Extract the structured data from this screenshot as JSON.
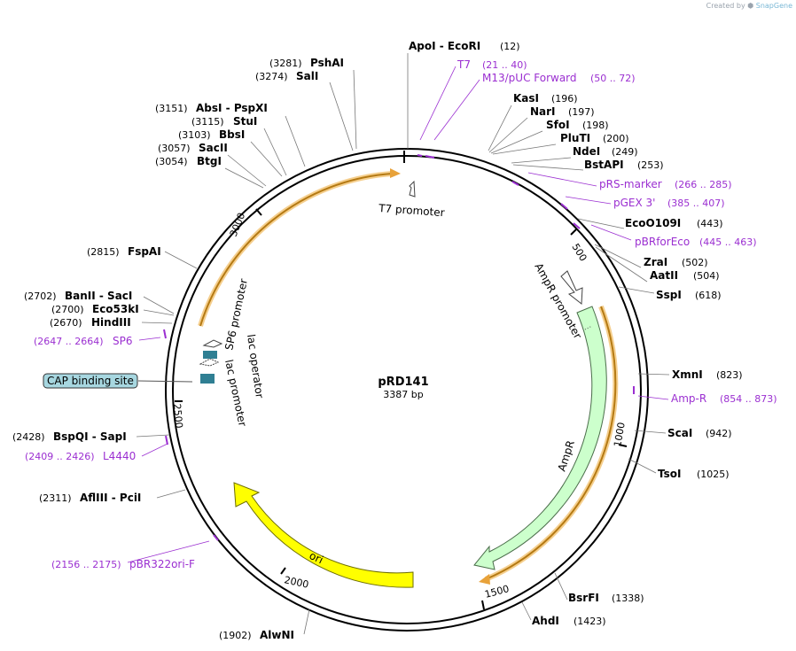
{
  "credit": {
    "created_by": "Created by",
    "brand": "SnapGene"
  },
  "plasmid": {
    "name": "pRD141",
    "length_label": "3387 bp",
    "length": 3387
  },
  "enzymes": [
    {
      "name": "ApoI - EcoRI",
      "pos": "(12)"
    },
    {
      "name": "KasI",
      "pos": "(196)"
    },
    {
      "name": "NarI",
      "pos": "(197)"
    },
    {
      "name": "SfoI",
      "pos": "(198)"
    },
    {
      "name": "PluTI",
      "pos": "(200)"
    },
    {
      "name": "NdeI",
      "pos": "(249)"
    },
    {
      "name": "BstAPI",
      "pos": "(253)"
    },
    {
      "name": "EcoO109I",
      "pos": "(443)"
    },
    {
      "name": "ZraI",
      "pos": "(502)"
    },
    {
      "name": "AatII",
      "pos": "(504)"
    },
    {
      "name": "SspI",
      "pos": "(618)"
    },
    {
      "name": "XmnI",
      "pos": "(823)"
    },
    {
      "name": "ScaI",
      "pos": "(942)"
    },
    {
      "name": "TsoI",
      "pos": "(1025)"
    },
    {
      "name": "BsrFI",
      "pos": "(1338)"
    },
    {
      "name": "AhdI",
      "pos": "(1423)"
    },
    {
      "name": "AlwNI",
      "pos": "(1902)"
    },
    {
      "name": "AflIII - PciI",
      "pos": "(2311)"
    },
    {
      "name": "BspQI - SapI",
      "pos": "(2428)"
    },
    {
      "name": "HindIII",
      "pos": "(2670)"
    },
    {
      "name": "Eco53kI",
      "pos": "(2700)"
    },
    {
      "name": "BanII - SacI",
      "pos": "(2702)"
    },
    {
      "name": "FspAI",
      "pos": "(2815)"
    },
    {
      "name": "BtgI",
      "pos": "(3054)"
    },
    {
      "name": "SacII",
      "pos": "(3057)"
    },
    {
      "name": "BbsI",
      "pos": "(3103)"
    },
    {
      "name": "StuI",
      "pos": "(3115)"
    },
    {
      "name": "AbsI - PspXI",
      "pos": "(3151)"
    },
    {
      "name": "SalI",
      "pos": "(3274)"
    },
    {
      "name": "PshAI",
      "pos": "(3281)"
    }
  ],
  "primers": [
    {
      "name": "T7",
      "range": "(21 .. 40)"
    },
    {
      "name": "M13/pUC Forward",
      "range": "(50 .. 72)"
    },
    {
      "name": "pRS-marker",
      "range": "(266 .. 285)"
    },
    {
      "name": "pGEX 3'",
      "range": "(385 .. 407)"
    },
    {
      "name": "pBRforEco",
      "range": "(445 .. 463)"
    },
    {
      "name": "Amp-R",
      "range": "(854 .. 873)"
    },
    {
      "name": "pBR322ori-F",
      "range": "(2156 .. 2175)"
    },
    {
      "name": "L4440",
      "range": "(2409 .. 2426)"
    },
    {
      "name": "SP6",
      "range": "(2647 .. 2664)"
    }
  ],
  "features": {
    "t7_promoter": "T7 promoter",
    "ampr_promoter": "AmpR promoter",
    "ampr": "AmpR",
    "ori": "ori",
    "sp6_promoter": "SP6 promoter",
    "lac_operator": "lac operator",
    "lac_promoter": "lac promoter",
    "cap_binding_site": "CAP binding site"
  },
  "ticks": [
    "500",
    "1000",
    "1500",
    "2000",
    "2500",
    "3000"
  ],
  "colors": {
    "primer": "#9b2fd1",
    "ampr_fill": "#ccffcc",
    "ori_fill": "#ffff00",
    "orf_arrow": "#e8a23a",
    "cap_fill": "#a7d7e0",
    "lac_box": "#2f7f93",
    "backbone": "#000000"
  }
}
